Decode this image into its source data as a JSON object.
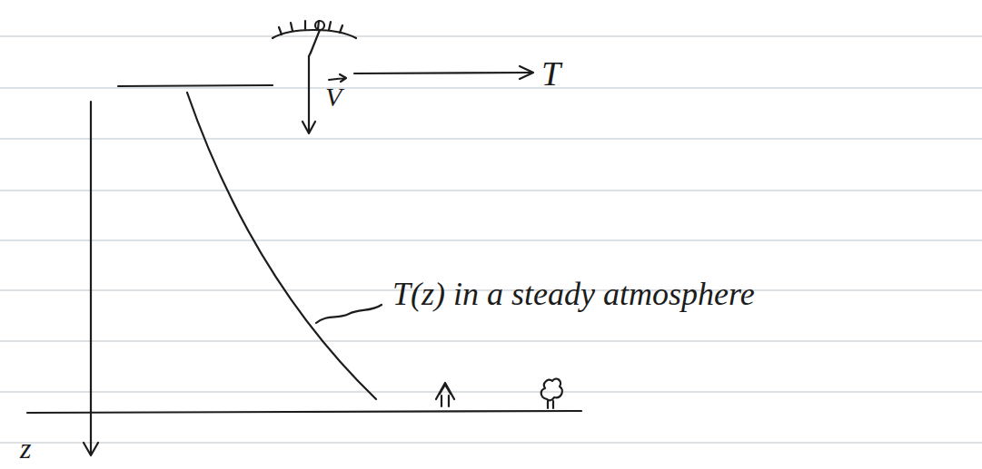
{
  "diagram": {
    "labels": [
      "V",
      "T",
      "T(z) in a steady atmosphere",
      "z"
    ]
  }
}
